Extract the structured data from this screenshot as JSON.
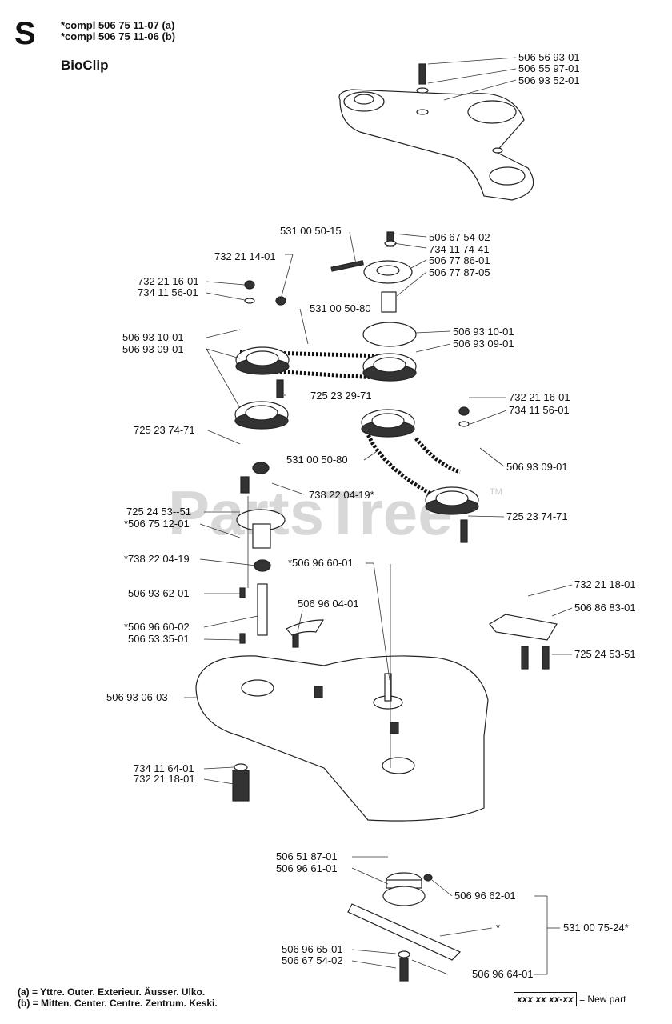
{
  "header": {
    "section_letter": "S",
    "compl_a": "*compl 506 75 11-07 (a)",
    "compl_b": "*compl 506 75 11-06 (b)",
    "title": "BioClip"
  },
  "watermark": "PartsTree",
  "watermark_tm": "TM",
  "labels": [
    "506 56 93-01",
    "506 55 97-01",
    "506 93 52-01",
    "531 00 50-15",
    "506 67 54-02",
    "734 11 74-41",
    "506 77 86-01",
    "506 77 87-05",
    "732 21 14-01",
    "732 21 16-01",
    "734 11 56-01",
    "531 00 50-80",
    "506 93 10-01",
    "506 93 09-01",
    "506 93 10-01",
    "506 93 09-01",
    "725 23 29-71",
    "732 21 16-01",
    "734 11 56-01",
    "725 23 74-71",
    "531 00 50-80",
    "506 93 09-01",
    "738 22 04-19*",
    "725 24 53--51",
    "*506 75 12-01",
    "725 23 74-71",
    "*738 22 04-19",
    "*506 96 60-01",
    "732 21 18-01",
    "506 93 62-01",
    "506 96 04-01",
    "*506 96 60-02",
    "506 86 83-01",
    "506 53 35-01",
    "725 24 53-51",
    "506 93 06-03",
    "734 11 64-01",
    "732 21 18-01",
    "506 51 87-01",
    "506 96 61-01",
    "506 96 62-01",
    "*",
    "531 00 75-24*",
    "506 96 65-01",
    "506 67 54-02",
    "506 96 64-01"
  ],
  "footer": {
    "note_a": "(a) = Yttre. Outer. Exterieur. Äusser. Ulko.",
    "note_b": "(b) = Mitten. Center. Centre. Zentrum. Keski.",
    "new_part_code": "xxx xx xx-xx",
    "new_part_text": "= New part"
  }
}
